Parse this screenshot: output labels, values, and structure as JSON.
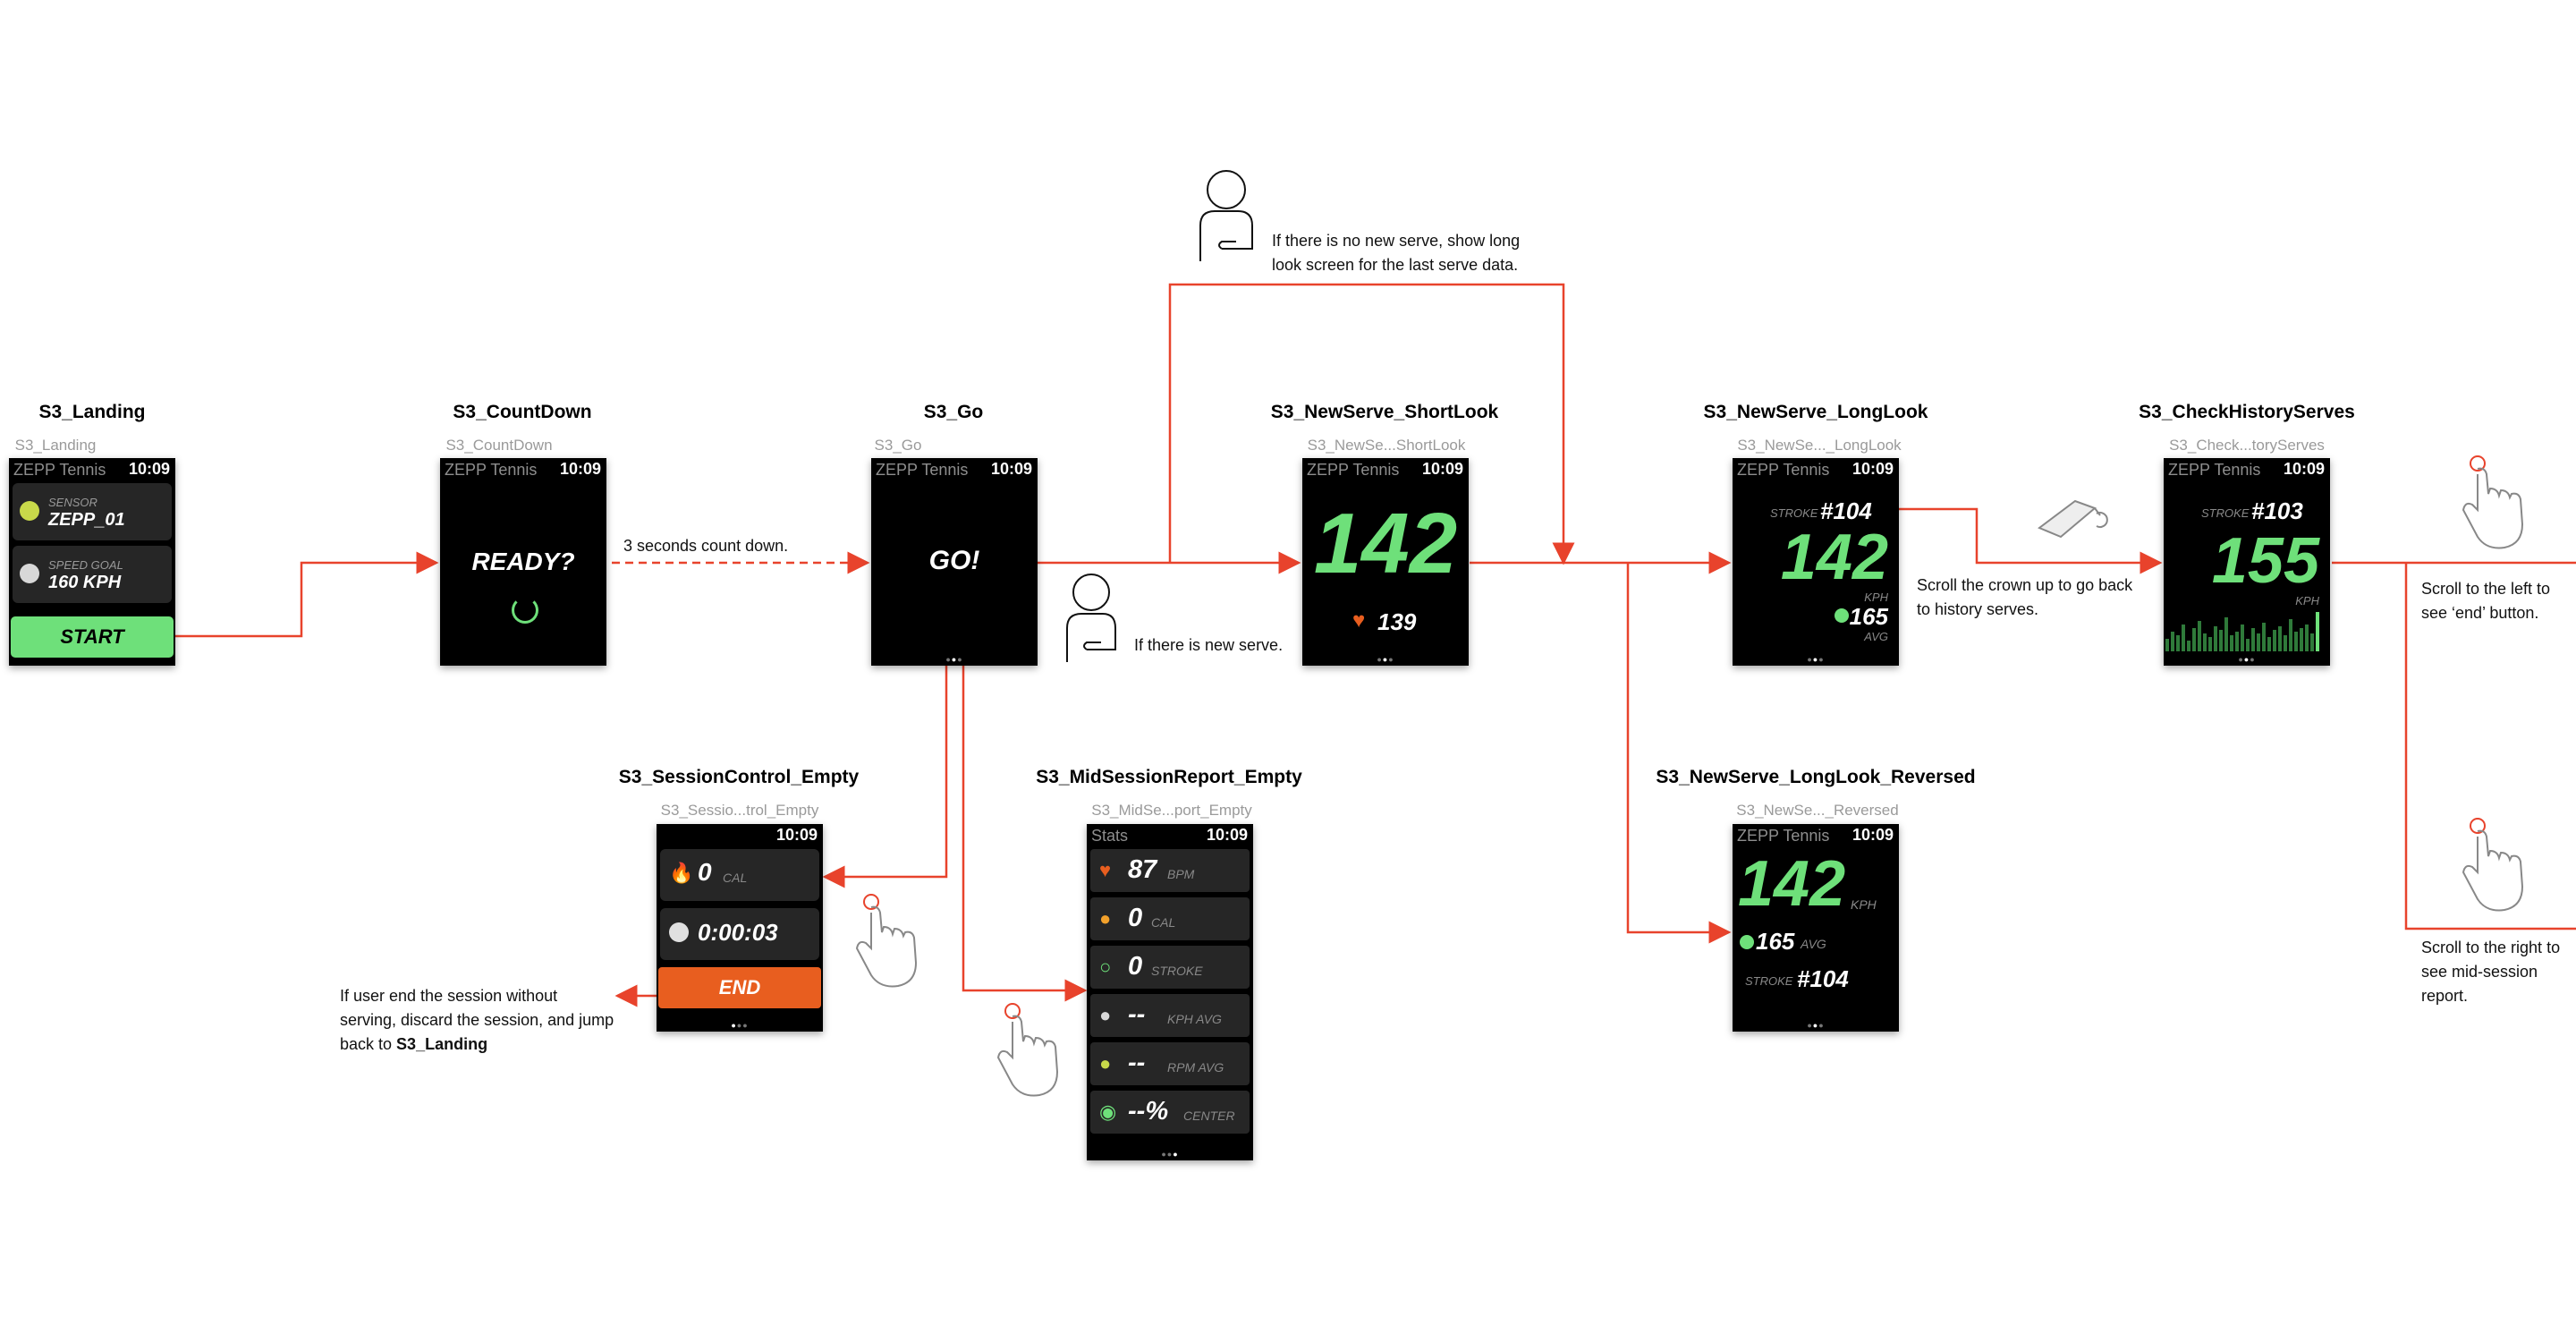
{
  "colors": {
    "arrow": "#e8432c",
    "green": "#6ee07a",
    "orange": "#e85e1f",
    "screen_bg": "#000000",
    "row_bg": "#262626"
  },
  "screens": {
    "landing": {
      "title": "S3_Landing",
      "subtitle": "S3_Landing",
      "app": "ZEPP Tennis",
      "time": "10:09",
      "sensor_label": "SENSOR",
      "sensor_value": "ZEPP_01",
      "goal_label": "SPEED GOAL",
      "goal_value": "160 KPH",
      "start": "START"
    },
    "countdown": {
      "title": "S3_CountDown",
      "subtitle": "S3_CountDown",
      "app": "ZEPP Tennis",
      "time": "10:09",
      "text": "READY?"
    },
    "go": {
      "title": "S3_Go",
      "subtitle": "S3_Go",
      "app": "ZEPP Tennis",
      "time": "10:09",
      "text": "GO!"
    },
    "short_look": {
      "title": "S3_NewServe_ShortLook",
      "subtitle": "S3_NewSe...ShortLook",
      "app": "ZEPP Tennis",
      "time": "10:09",
      "speed": "142",
      "heart": "139"
    },
    "long_look": {
      "title": "S3_NewServe_LongLook",
      "subtitle": "S3_NewSe..._LongLook",
      "app": "ZEPP Tennis",
      "time": "10:09",
      "stroke_label": "STROKE",
      "stroke": "#104",
      "speed": "142",
      "unit": "KPH",
      "avg": "165",
      "avg_label": "AVG"
    },
    "history": {
      "title": "S3_CheckHistoryServes",
      "subtitle": "S3_Check...toryServes",
      "app": "ZEPP Tennis",
      "time": "10:09",
      "stroke_label": "STROKE",
      "stroke": "#103",
      "speed": "155",
      "unit": "KPH"
    },
    "reversed": {
      "title": "S3_NewServe_LongLook_Reversed",
      "subtitle": "S3_NewSe..._Reversed",
      "app": "ZEPP Tennis",
      "time": "10:09",
      "speed": "142",
      "unit": "KPH",
      "avg": "165",
      "avg_label": "AVG",
      "stroke_label": "STROKE",
      "stroke": "#104"
    },
    "session": {
      "title": "S3_SessionControl_Empty",
      "subtitle": "S3_Sessio...trol_Empty",
      "time": "10:09",
      "cal": "0",
      "cal_unit": "CAL",
      "duration": "0:00:03",
      "end": "END"
    },
    "midreport": {
      "title": "S3_MidSessionReport_Empty",
      "subtitle": "S3_MidSe...port_Empty",
      "app": "Stats",
      "time": "10:09",
      "stats": [
        {
          "value": "87",
          "unit": "BPM",
          "icon": "heart-icon"
        },
        {
          "value": "0",
          "unit": "CAL",
          "icon": "flame-icon"
        },
        {
          "value": "0",
          "unit": "STROKE",
          "icon": "racket-icon"
        },
        {
          "value": "--",
          "unit": "KPH AVG",
          "icon": "ball-icon"
        },
        {
          "value": "--",
          "unit": "RPM AVG",
          "icon": "spin-ball-icon"
        },
        {
          "value": "--%",
          "unit": "CENTER",
          "icon": "target-icon"
        }
      ]
    }
  },
  "notes": {
    "countdown": "3 seconds count down.",
    "new_serve": "If there is new serve.",
    "no_serve_1": "If there is no new serve, show long",
    "no_serve_2": "look screen for the last serve data.",
    "crown_1": "Scroll the crown up to go back",
    "crown_2": "to history serves.",
    "left_1": "Scroll to the left to",
    "left_2": "see ‘end’ button.",
    "right_1": "Scroll to the right to",
    "right_2": "see mid-session",
    "right_3": "report.",
    "end_1": "If user end the session without",
    "end_2": "serving, discard the session, and jump",
    "end_3": "back to ",
    "end_bold": "S3_Landing"
  }
}
